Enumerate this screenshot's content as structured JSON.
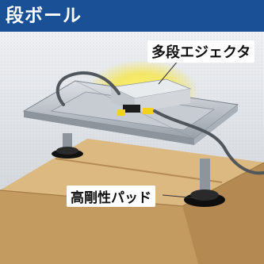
{
  "header": {
    "title": "段ボール"
  },
  "labels": {
    "ejector": "多段エジェクタ",
    "pad": "高剛性パッド"
  },
  "colors": {
    "header_bg": "#1a5196",
    "background": "#d8dde2",
    "box": "#c9a26b",
    "hose": "#555a5f",
    "accent_yellow": "#f1d21e"
  }
}
